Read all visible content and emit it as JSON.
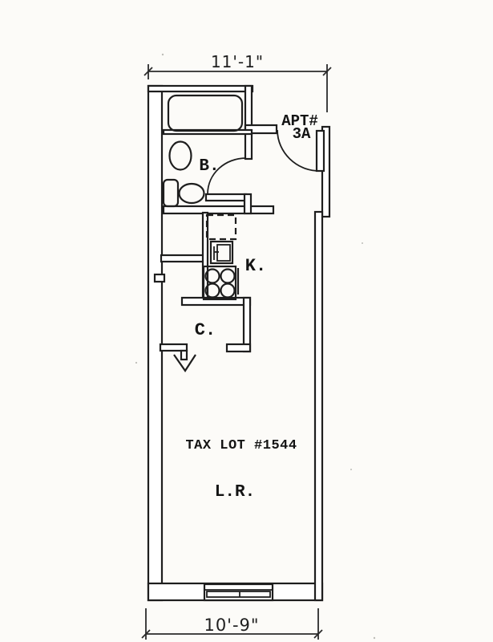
{
  "page": {
    "kind": "scanned floor plan",
    "paper_color": "#fcfbf8",
    "ink_color": "#1e1e1e"
  },
  "dimensions": {
    "top_width": "11'-1\"",
    "bottom_width": "10'-9\""
  },
  "unit_label": {
    "line1": "APT#",
    "line2": "3A"
  },
  "rooms": {
    "bathroom_abbr": "B.",
    "kitchen_abbr": "K.",
    "closet_abbr": "C.",
    "living_room_abbr": "L.R."
  },
  "lot": {
    "tax_lot": "TAX LOT #1544"
  },
  "fixtures": [
    "bathtub",
    "bathroom-sink",
    "toilet",
    "bathroom-door-swing",
    "entry-door-swing",
    "entry-door-leaf",
    "refrigerator",
    "kitchen-sink",
    "stove-burners",
    "closet-door-mark",
    "window"
  ]
}
